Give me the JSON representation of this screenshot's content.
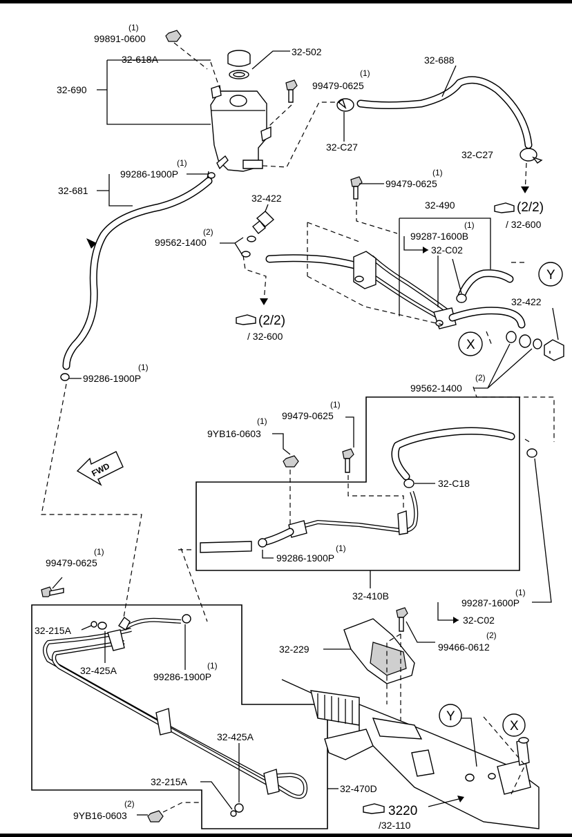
{
  "labels": {
    "l_99891_0600": "99891-0600",
    "l_32_618A": "32-618A",
    "l_32_502": "32-502",
    "l_32_690": "32-690",
    "l_99479_0625_a": "99479-0625",
    "l_32_688": "32-688",
    "l_32_C27_a": "32-C27",
    "l_32_C27_b": "32-C27",
    "l_99286_1900P_a": "99286-1900P",
    "l_32_681": "32-681",
    "l_99479_0625_b": "99479-0625",
    "l_32_422_a": "32-422",
    "l_32_490": "32-490",
    "l_99562_1400_a": "99562-1400",
    "l_99287_1600B": "99287-1600B",
    "l_32_C02_a": "32-C02",
    "l_32_600_a": "/ 32-600",
    "l_22_a": "(2/2)",
    "l_22_b": "(2/2)",
    "l_32_600_b": "/ 32-600",
    "l_32_422_b": "32-422",
    "l_99286_1900P_b": "99286-1900P",
    "l_99562_1400_b": "99562-1400",
    "l_99479_0625_c": "99479-0625",
    "l_9YB16_0603_a": "9YB16-0603",
    "l_32_C18": "32-C18",
    "l_99286_1900P_c": "99286-1900P",
    "l_32_410B": "32-410B",
    "l_99479_0625_d": "99479-0625",
    "l_99287_1600P": "99287-1600P",
    "l_32_C02_b": "32-C02",
    "l_32_215A_a": "32-215A",
    "l_32_425A_a": "32-425A",
    "l_99286_1900P_d": "99286-1900P",
    "l_32_229": "32-229",
    "l_99466_0612": "99466-0612",
    "l_32_425A_b": "32-425A",
    "l_32_215A_b": "32-215A",
    "l_32_470D": "32-470D",
    "l_9YB16_0603_b": "9YB16-0603",
    "l_3220": "3220",
    "l_32_110": "/32-110"
  },
  "quantities": {
    "q_99891_0600": "(1)",
    "q_99479_0625_a": "(1)",
    "q_99286_1900P_a": "(1)",
    "q_99479_0625_b": "(1)",
    "q_99562_1400_a": "(2)",
    "q_99287_1600B": "(1)",
    "q_99286_1900P_b": "(1)",
    "q_99562_1400_b": "(2)",
    "q_99479_0625_c": "(1)",
    "q_9YB16_0603_a": "(1)",
    "q_99286_1900P_c": "(1)",
    "q_99479_0625_d": "(1)",
    "q_99287_1600P": "(1)",
    "q_99286_1900P_d": "(1)",
    "q_99466_0612": "(2)",
    "q_9YB16_0603_b": "(2)"
  },
  "markers": {
    "x_a": "X",
    "y_a": "Y",
    "x_b": "X",
    "y_b": "Y",
    "fwd": "FWD"
  }
}
